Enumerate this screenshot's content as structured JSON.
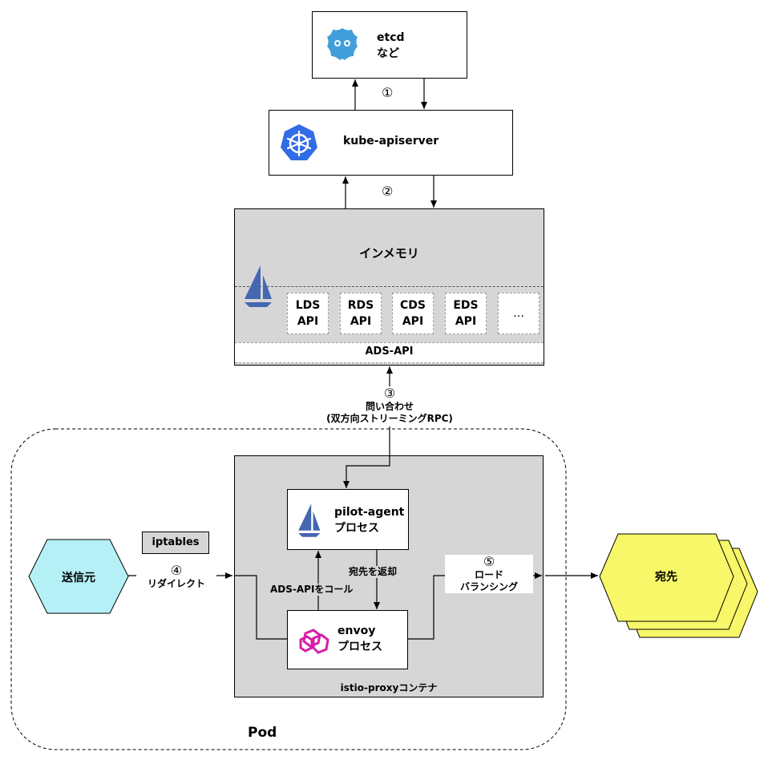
{
  "etcd": {
    "line1": "etcd",
    "line2": "など"
  },
  "kube_apiserver": {
    "label": "kube-apiserver"
  },
  "step1": "①",
  "step2": "②",
  "in_memory": {
    "label": "インメモリ"
  },
  "apis": [
    {
      "line1": "LDS",
      "line2": "API"
    },
    {
      "line1": "RDS",
      "line2": "API"
    },
    {
      "line1": "CDS",
      "line2": "API"
    },
    {
      "line1": "EDS",
      "line2": "API"
    },
    {
      "line1": "…",
      "line2": ""
    }
  ],
  "ads_api": "ADS-API",
  "step3": {
    "num": "③",
    "line1": "問い合わせ",
    "line2": "(双方向ストリーミングRPC)"
  },
  "pod": {
    "label": "Pod"
  },
  "istio_proxy": {
    "label": "istio-proxyコンテナ"
  },
  "pilot_agent": {
    "line1": "pilot-agent",
    "line2": "プロセス"
  },
  "envoy": {
    "line1": "envoy",
    "line2": "プロセス"
  },
  "return_dest": "宛先を返却",
  "call_ads": "ADS-APIをコール",
  "iptables": "iptables",
  "source": "送信元",
  "step4": {
    "num": "④",
    "line1": "リダイレクト"
  },
  "step5": {
    "num": "⑤",
    "line1": "ロード",
    "line2": "バランシング"
  },
  "destination": "宛先",
  "colors": {
    "source_fill": "#b5f0f6",
    "dest_fill": "#f7f769",
    "istio_blue": "#4566b0",
    "k8s_blue": "#326ce5",
    "etcd_blue": "#419eda",
    "envoy_magenta": "#d61fa7",
    "gray": "#d6d6d6"
  }
}
